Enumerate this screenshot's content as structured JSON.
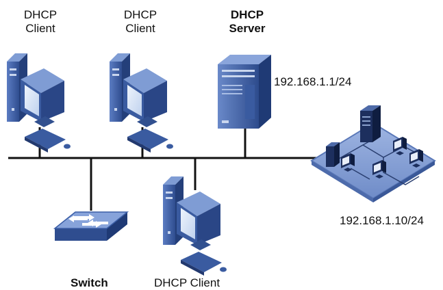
{
  "nodes": {
    "client1": {
      "line1": "DHCP",
      "line2": "Client"
    },
    "client2": {
      "line1": "DHCP",
      "line2": "Client"
    },
    "server": {
      "line1": "DHCP",
      "line2": "Server",
      "ip": "192.168.1.1/24"
    },
    "client3": {
      "label": "DHCP Client"
    },
    "switch": {
      "label": "Switch"
    },
    "lan": {
      "ip": "192.168.1.10/24"
    }
  },
  "colors": {
    "device_dark": "#2e4a8a",
    "device_mid": "#4a6cb0",
    "device_light": "#7f9cd4",
    "screen": "#dbe7f6",
    "bus_line": "#111111",
    "platform": "#8fa7d8"
  },
  "icons": [
    "computer-icon",
    "server-icon",
    "switch-icon",
    "lan-icon"
  ]
}
